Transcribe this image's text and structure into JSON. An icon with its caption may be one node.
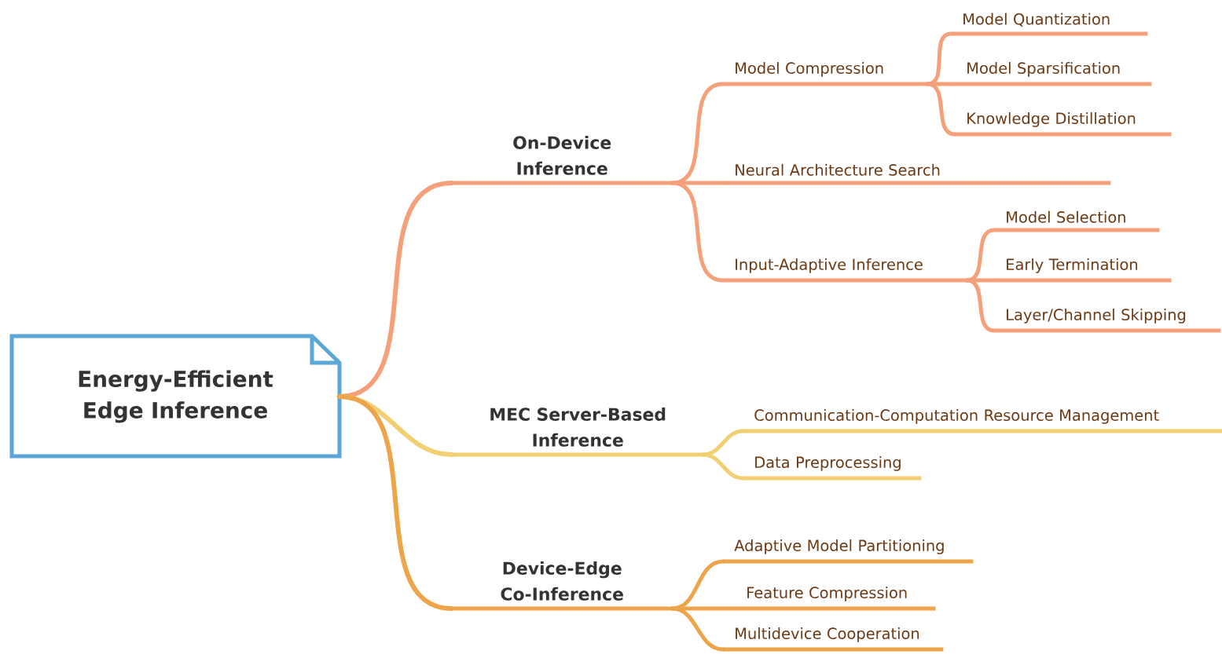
{
  "diagram": {
    "nodes": [
      {
        "text": [
          "Energy-Efficient Edge Inference"
        ]
      },
      {
        "text": [
          "On-Device Inference"
        ]
      },
      {
        "text": [
          "Model Compression"
        ]
      },
      {
        "text": [
          "Model Quantization"
        ]
      },
      {
        "text": [
          "Model Sparsification"
        ]
      },
      {
        "text": [
          "Knowledge Distillation"
        ]
      },
      {
        "text": [
          "Neural Architecture Search"
        ]
      },
      {
        "text": [
          "Input-Adaptive Inference"
        ]
      },
      {
        "text": [
          "Model Selection"
        ]
      },
      {
        "text": [
          "Early Termination"
        ]
      },
      {
        "text": [
          "Layer/Channel Skipping"
        ]
      },
      {
        "text": [
          "MEC Server-Based Inference"
        ]
      },
      {
        "text": [
          "Communication-Computation Resource Management"
        ]
      },
      {
        "text": [
          "Data Preprocessing"
        ]
      },
      {
        "text": [
          "Device-Edge Co-Inference"
        ]
      },
      {
        "text": [
          "Adaptive Model Partitioning"
        ]
      },
      {
        "text": [
          "Feature Compression"
        ]
      },
      {
        "text": [
          "Multidevice Cooperation"
        ]
      }
    ],
    "edges": [
      {
        "from": 0,
        "to": 1,
        "arrow": "none"
      },
      {
        "from": 1,
        "to": 2,
        "arrow": "none"
      },
      {
        "from": 2,
        "to": 3,
        "arrow": "none"
      },
      {
        "from": 2,
        "to": 4,
        "arrow": "none"
      },
      {
        "from": 2,
        "to": 5,
        "arrow": "none"
      },
      {
        "from": 1,
        "to": 6,
        "arrow": "none"
      },
      {
        "from": 1,
        "to": 7,
        "arrow": "none"
      },
      {
        "from": 7,
        "to": 8,
        "arrow": "none"
      },
      {
        "from": 7,
        "to": 9,
        "arrow": "none"
      },
      {
        "from": 7,
        "to": 10,
        "arrow": "none"
      },
      {
        "from": 0,
        "to": 11,
        "arrow": "none",
        "color": "#f3cf73"
      },
      {
        "from": 11,
        "to": 12,
        "arrow": "none",
        "color": "#f3cf73"
      },
      {
        "from": 11,
        "to": 13,
        "arrow": "none",
        "color": "#f3cf73"
      },
      {
        "from": 0,
        "to": 14,
        "arrow": "none",
        "color": "#eda44a"
      },
      {
        "from": 14,
        "to": 15,
        "arrow": "none",
        "color": "#eda44a"
      },
      {
        "from": 14,
        "to": 16,
        "arrow": "none",
        "color": "#eda44a"
      },
      {
        "from": 14,
        "to": 17,
        "arrow": "none",
        "color": "#eda44a"
      }
    ]
  }
}
